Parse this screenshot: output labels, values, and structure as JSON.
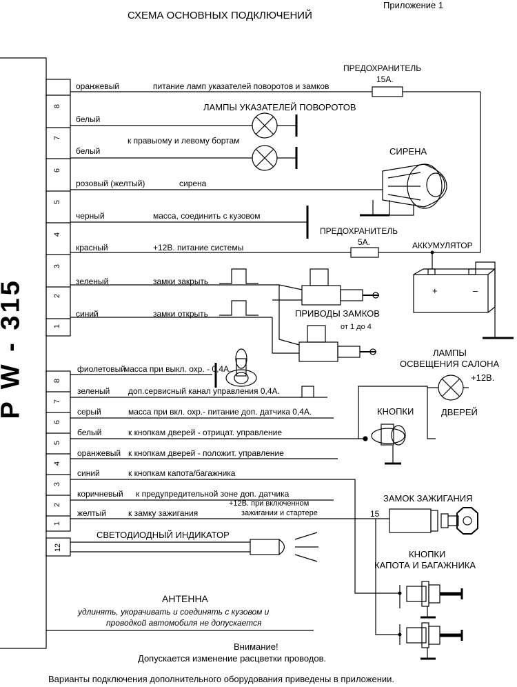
{
  "header": {
    "title": "СХЕМА ОСНОВНЫХ ПОДКЛЮЧЕНИЙ",
    "appendix": "Приложение 1"
  },
  "unit_label": "P W - 315",
  "connector_top": {
    "pins": [
      "8",
      "7",
      "6",
      "5",
      "4",
      "3",
      "2",
      "1"
    ],
    "wires": [
      {
        "color": "оранжевый",
        "desc": "питание ламп указателей поворотов и замков"
      },
      {
        "color": "белый",
        "desc": ""
      },
      {
        "color": "белый",
        "desc": "к правыому и левому бортам"
      },
      {
        "color": "розовый (желтый)",
        "desc": "сирена"
      },
      {
        "color": "черный",
        "desc": "масса, соединить с кузовом"
      },
      {
        "color": "красный",
        "desc": "+12В. питание системы"
      },
      {
        "color": "зеленый",
        "desc": "замки закрыть"
      },
      {
        "color": "синий",
        "desc": "замки открыть"
      }
    ]
  },
  "connector_bottom": {
    "pins": [
      "8",
      "7",
      "6",
      "5",
      "4",
      "3",
      "2",
      "1"
    ],
    "wires": [
      {
        "color": "фиолетовый",
        "desc": "масса при выкл. охр. - 0,4А."
      },
      {
        "color": "зеленый",
        "desc": "доп.сервисный канал управления 0,4А."
      },
      {
        "color": "серый",
        "desc": "масса при вкл. охр.- питание доп. датчика 0,4А."
      },
      {
        "color": "белый",
        "desc": "к кнопкам дверей - отрицат. управление"
      },
      {
        "color": "оранжевый",
        "desc": "к кнопкам дверей - положит. управление"
      },
      {
        "color": "синий",
        "desc": "к кнопкам капота/багажника"
      },
      {
        "color": "коричневый",
        "desc": "к предупредительной зоне доп. датчика"
      },
      {
        "color": "желтый",
        "desc": "к замку зажигания"
      }
    ],
    "ignition_note_1": "+12В. при включенном",
    "ignition_note_2": "зажигании и стартере"
  },
  "led_connector": {
    "pin": "12",
    "label": "СВЕТОДИОДНЫЙ ИНДИКАТОР"
  },
  "components": {
    "fuse_15": {
      "label": "ПРЕДОХРАНИТЕЛЬ",
      "rating": "15А."
    },
    "fuse_5": {
      "label": "ПРЕДОХРАНИТЕЛЬ",
      "rating": "5А."
    },
    "turn_lamps": "ЛАМПЫ УКАЗАТЕЛЕЙ ПОВОРОТОВ",
    "siren": "СИРЕНА",
    "battery": "АККУМУЛЯТОР",
    "battery_plus": "+",
    "battery_minus": "–",
    "door_locks": "ПРИВОДЫ ЗАМКОВ",
    "door_locks_range": "от 1 до 4",
    "cabin_lamps_1": "ЛАМПЫ",
    "cabin_lamps_2": "ОСВЕЩЕНИЯ САЛОНА",
    "cabin_lamps_plus": "+12В.",
    "door_buttons": "КНОПКИ",
    "door_buttons_sub": "ДВЕРЕЙ",
    "ignition": "ЗАМОК ЗАЖИГАНИЯ",
    "ignition_pin": "15",
    "hood_buttons_1": "КНОПКИ",
    "hood_buttons_2": "КАПОТА И БАГАЖНИКА"
  },
  "antenna": {
    "title": "АНТЕННА",
    "note_1": "удлинять, укорачивать и соединять с кузовом и",
    "note_2": "проводкой автомобиля не допускается"
  },
  "footer": {
    "warning_title": "Внимание!",
    "warning_text": "Допускается изменение расцветки проводов.",
    "bottom_note": "Варианты подключения дополнительного оборудования приведены в приложении."
  }
}
